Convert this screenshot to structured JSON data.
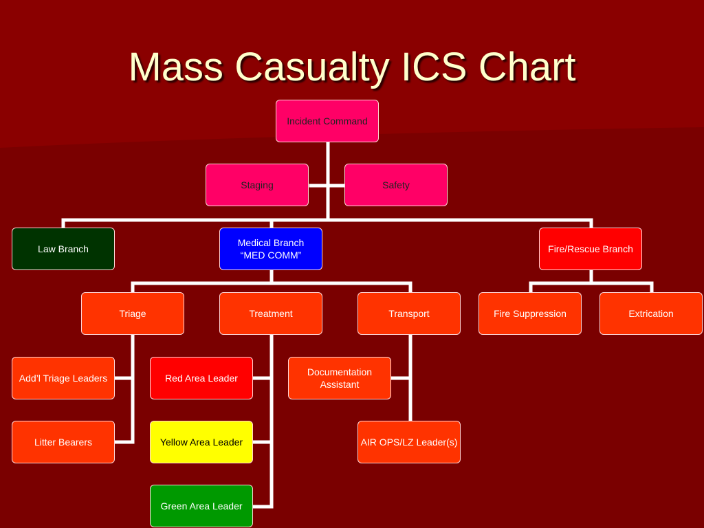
{
  "title": "Mass Casualty ICS Chart",
  "colors": {
    "background": "#7a0000",
    "title_text": "#ffffcc",
    "command_staff": "#ff0066",
    "unit": "#ff3300",
    "red_area": "#ff0000",
    "medical_branch": "#0000ff",
    "law_branch": "#003300",
    "yellow_area": "#ffff00",
    "green_area": "#009900",
    "connector": "#ffffff"
  },
  "nodes": {
    "incident_command": "Incident Command",
    "staging": "Staging",
    "safety": "Safety",
    "law_branch": "Law Branch",
    "medical_branch": "Medical Branch\n“MED COMM”",
    "fire_rescue_branch": "Fire/Rescue Branch",
    "triage": "Triage",
    "treatment": "Treatment",
    "transport": "Transport",
    "fire_suppression": "Fire Suppression",
    "extrication": "Extrication",
    "addl_triage_leaders": "Add’l Triage Leaders",
    "litter_bearers": "Litter Bearers",
    "red_area_leader": "Red Area Leader",
    "yellow_area_leader": "Yellow Area Leader",
    "green_area_leader": "Green Area Leader",
    "documentation_assistant": "Documentation\nAssistant",
    "air_ops_lz_leader": "AIR OPS/LZ Leader(s)"
  }
}
